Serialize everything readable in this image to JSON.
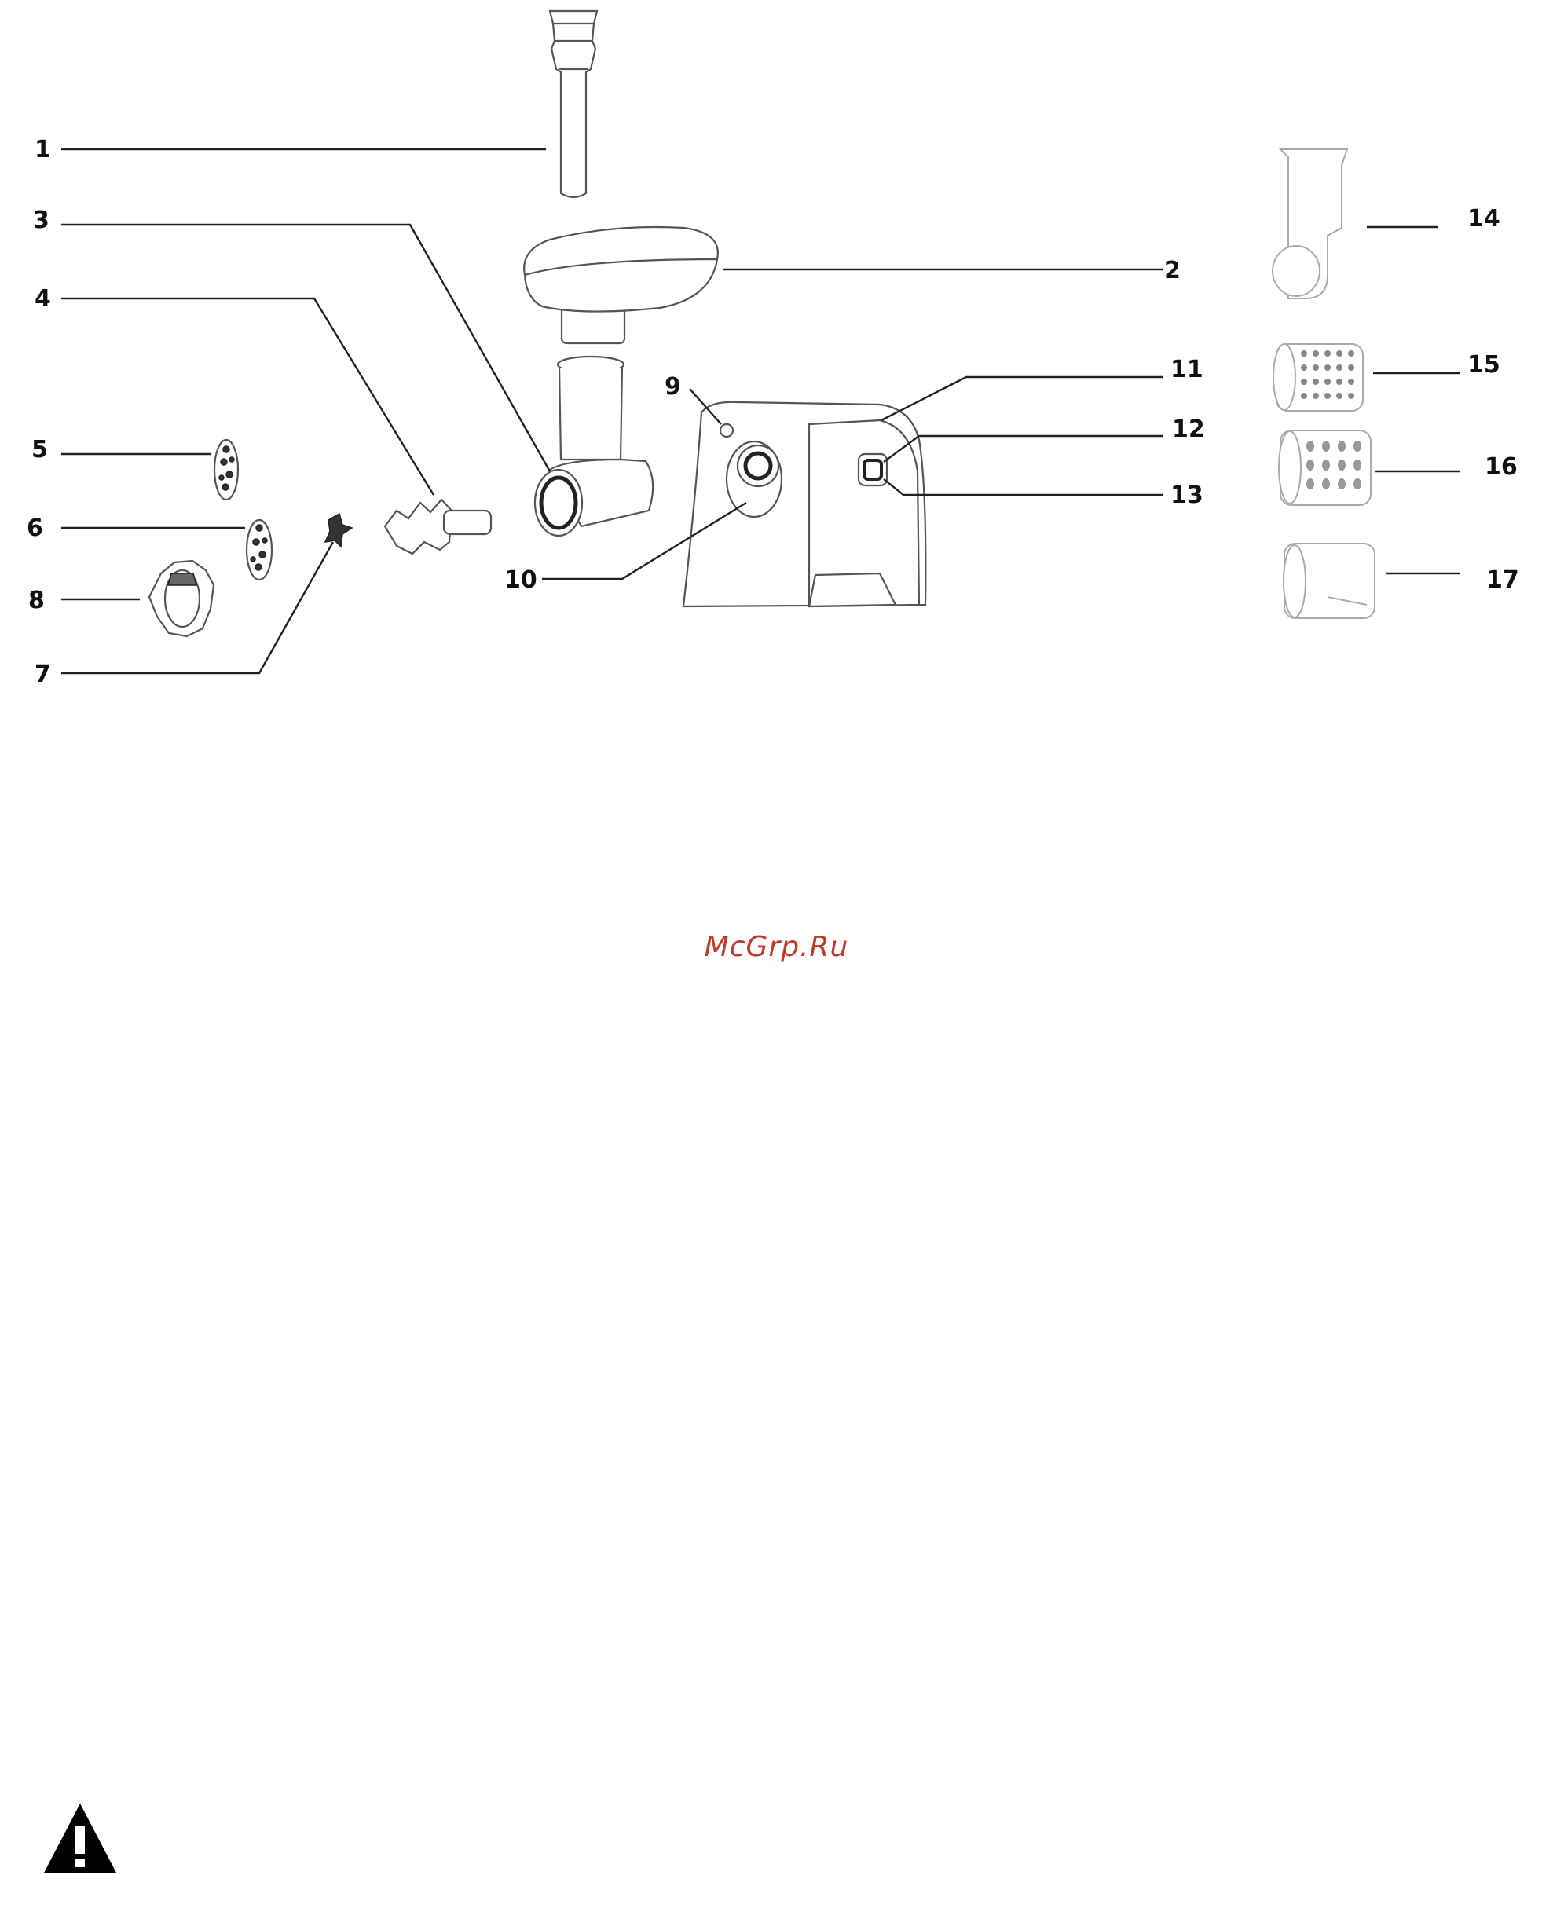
{
  "callouts": {
    "c1": "1",
    "c2": "2",
    "c3": "3",
    "c4": "4",
    "c5": "5",
    "c6": "6",
    "c7": "7",
    "c8": "8",
    "c9": "9",
    "c10": "10",
    "c11": "11",
    "c12": "12",
    "c13": "13",
    "c14": "14",
    "c15": "15",
    "c16": "16",
    "c17": "17"
  },
  "watermark": "McGrp.Ru",
  "icons": {
    "warning": "warning-triangle-icon"
  },
  "colors": {
    "watermark": "#c0392b",
    "lines": "#222222"
  }
}
